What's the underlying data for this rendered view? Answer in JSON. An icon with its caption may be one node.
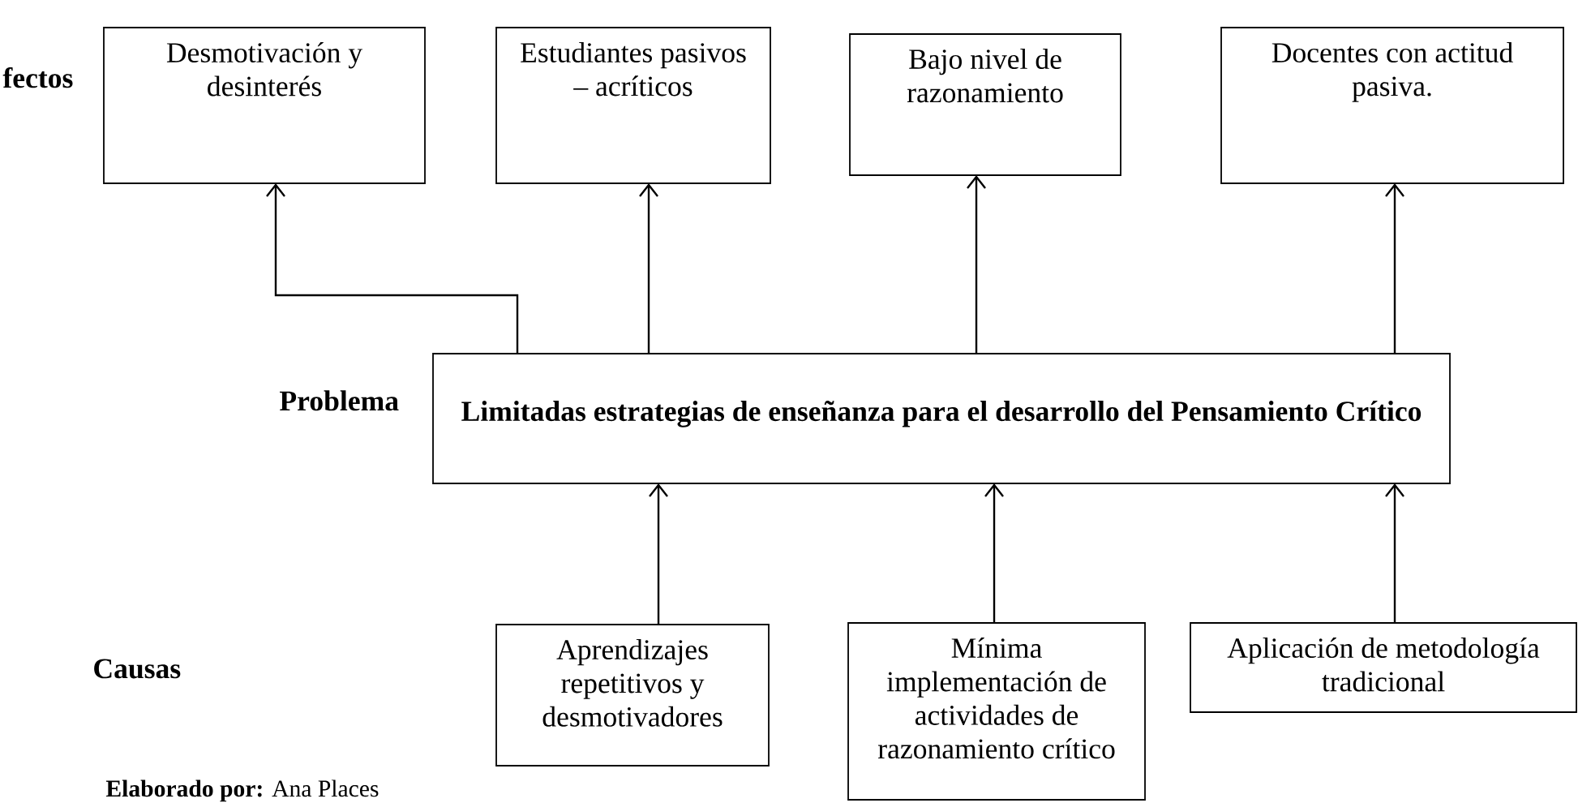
{
  "diagram": {
    "nodes": [
      {
        "text": [
          "Desmotivación y desinterés"
        ]
      },
      {
        "text": [
          "Estudiantes pasivos – acríticos"
        ]
      },
      {
        "text": [
          "Bajo nivel de razonamiento"
        ]
      },
      {
        "text": [
          "Docentes con actitud pasiva."
        ]
      },
      {
        "text": [
          "Limitadas estrategias de enseñanza para el desarrollo del Pensamiento Crítico"
        ]
      },
      {
        "text": [
          "Aprendizajes repetitivos y desmotivadores"
        ]
      },
      {
        "text": [
          "Mínima implementación de actividades de razonamiento crítico"
        ]
      },
      {
        "text": [
          "Aplicación de metodología tradicional"
        ]
      }
    ],
    "edges": [
      {
        "from": 4,
        "to": 0,
        "arrow": "to"
      },
      {
        "from": 4,
        "to": 1,
        "arrow": "to"
      },
      {
        "from": 4,
        "to": 2,
        "arrow": "to"
      },
      {
        "from": 4,
        "to": 3,
        "arrow": "to"
      },
      {
        "from": 5,
        "to": 4,
        "arrow": "to"
      },
      {
        "from": 6,
        "to": 4,
        "arrow": "to"
      },
      {
        "from": 7,
        "to": 4,
        "arrow": "to"
      }
    ],
    "labels": [
      "fectos",
      "Problema",
      "Causas",
      "**Elaborado por:** Ana Places"
    ]
  }
}
